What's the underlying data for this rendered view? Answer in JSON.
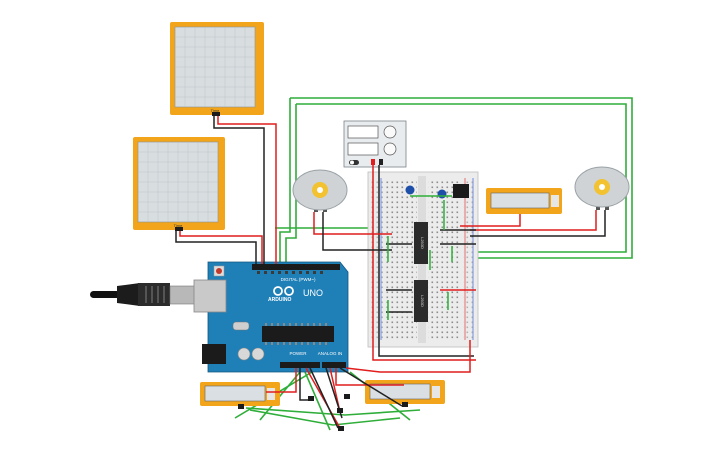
{
  "board": {
    "name_label": "UNO",
    "brand_label": "ARDUINO",
    "digital_label": "DIGITAL (PWM~)",
    "power_label": "POWER",
    "analog_label": "ANALOG IN",
    "chip_labels": [
      "L293D",
      "L293D"
    ]
  },
  "displays": {
    "oscilloscope_top_label": "Time",
    "oscilloscope_bottom_label": "Time"
  },
  "colors": {
    "wire_red": "#e11d1d",
    "wire_black": "#222222",
    "wire_green": "#2fae3a",
    "module_orange": "#f2a51a",
    "arduino_blue": "#1f7fb7"
  },
  "icons": {
    "motor": "dc-motor-icon",
    "usb": "usb-cable-icon"
  }
}
